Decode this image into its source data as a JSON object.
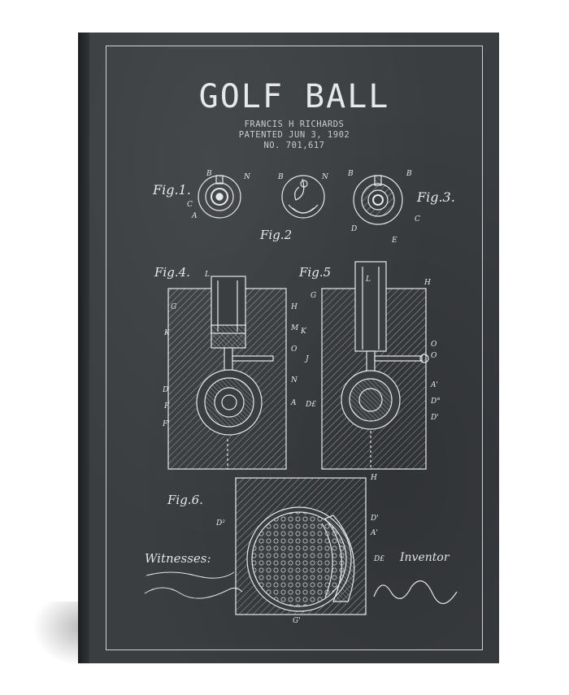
{
  "title": "GOLF BALL",
  "inventor_line": "FRANCIS H RICHARDS",
  "patent_date": "PATENTED JUN 3, 1902",
  "patent_no": "NO. 701,617",
  "figures": {
    "fig1": "Fig.1.",
    "fig2": "Fig.2",
    "fig3": "Fig.3.",
    "fig4": "Fig.4.",
    "fig5": "Fig.5",
    "fig6": "Fig.6."
  },
  "witnesses_label": "Witnesses:",
  "inventor_label": "Inventor",
  "colors": {
    "canvas": "#3b3e41",
    "ink": "#e7e8e9"
  }
}
